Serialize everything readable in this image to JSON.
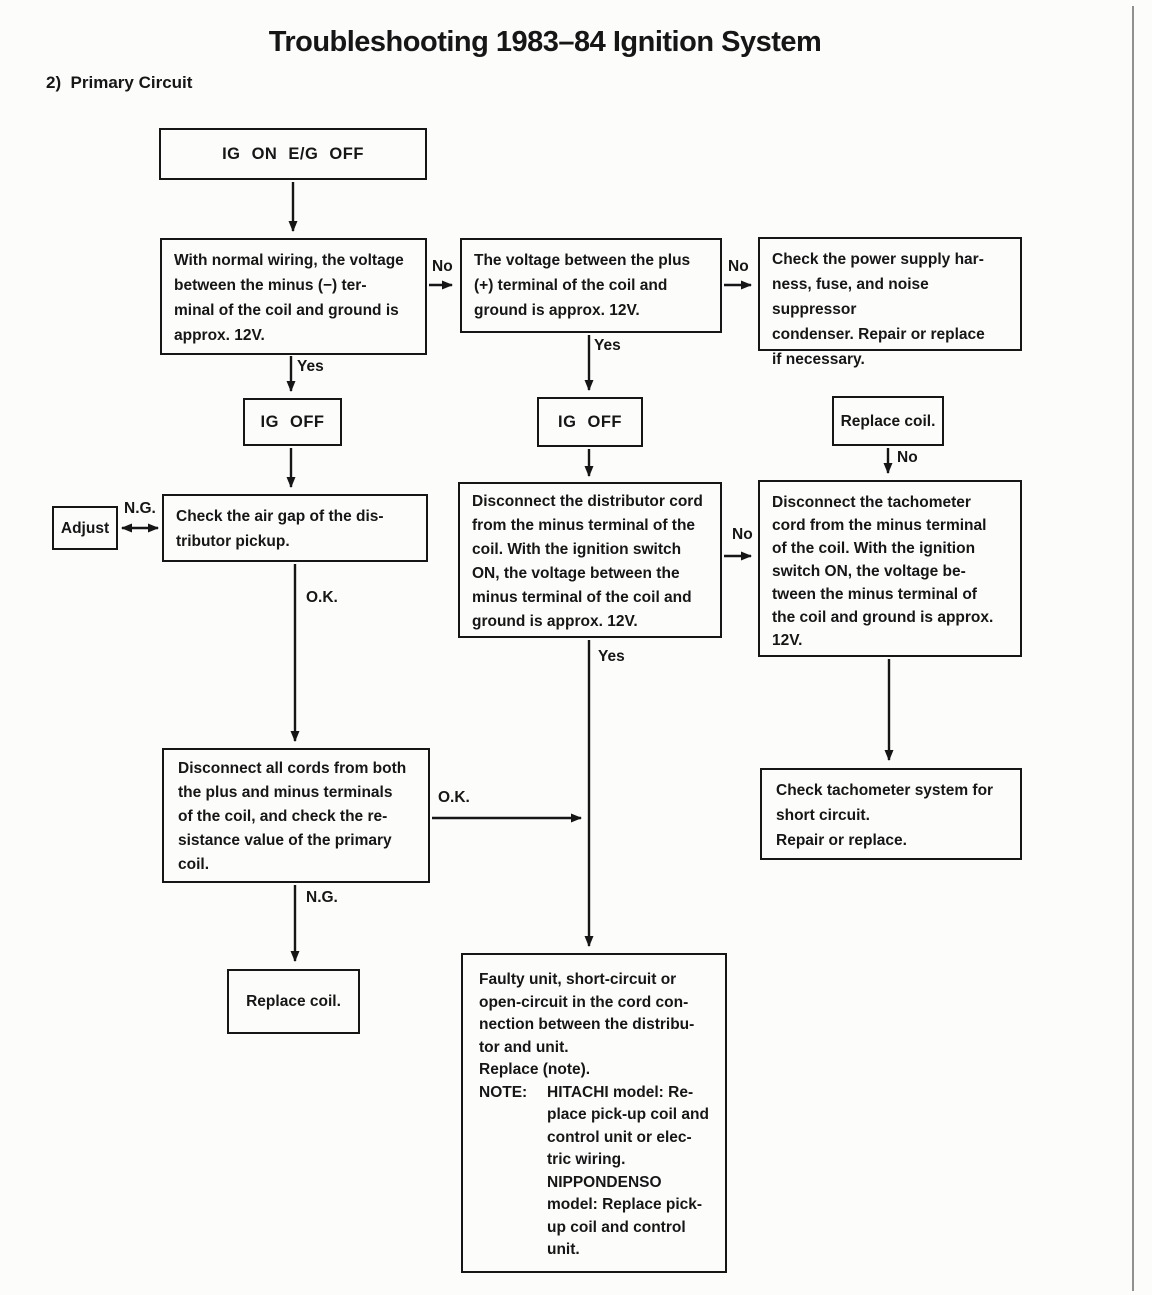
{
  "page": {
    "title": "Troubleshooting 1983–84 Ignition System",
    "section": "2)  Primary Circuit"
  },
  "labels": {
    "yes": "Yes",
    "no": "No",
    "ok": "O.K.",
    "ng": "N.G."
  },
  "nodes": {
    "ig_on": "IG ON E/G OFF",
    "ig_off": "IG OFF",
    "adjust": "Adjust",
    "replace_coil": "Replace coil.",
    "check_minus_voltage": [
      "With normal wiring, the voltage",
      "between the minus (−) ter-",
      "minal of the coil and ground is",
      "approx. 12V."
    ],
    "check_plus_voltage": [
      "The voltage between the plus",
      "(+) terminal of the coil and",
      "ground is approx. 12V."
    ],
    "check_power_supply": [
      "Check the power supply har-",
      "ness, fuse, and noise suppressor",
      "condenser.  Repair or replace",
      "if necessary."
    ],
    "check_air_gap": [
      "Check the air gap of the dis-",
      "tributor pickup."
    ],
    "disconnect_distributor": [
      "Disconnect the distributor cord",
      "from the minus terminal of the",
      "coil. With the ignition switch",
      "ON, the voltage between the",
      "minus terminal of the coil and",
      "ground is approx. 12V."
    ],
    "disconnect_tachometer": [
      "Disconnect the tachometer",
      "cord from the minus terminal",
      "of the coil.  With the ignition",
      "switch ON, the voltage be-",
      "tween the minus terminal of",
      "the coil and ground is approx.",
      "12V."
    ],
    "disconnect_all_cords": [
      "Disconnect all cords from both",
      "the plus and minus terminals",
      "of the coil, and check the re-",
      "sistance value of the primary",
      "coil."
    ],
    "check_tachometer_system": [
      "Check tachometer system for",
      "short circuit.",
      "Repair or replace."
    ],
    "faulty_unit": {
      "lines": [
        "Faulty unit, short-circuit or",
        "open-circuit in the cord con-",
        "nection between the distribu-",
        "tor and unit.",
        "Replace (note)."
      ],
      "note_label": "NOTE:",
      "note_lines": [
        "HITACHI model: Re-",
        "place pick-up coil and",
        "control unit or elec-",
        "tric wiring.",
        "NIPPONDENSO",
        "model: Replace pick-",
        "up coil and control",
        "unit."
      ]
    }
  }
}
